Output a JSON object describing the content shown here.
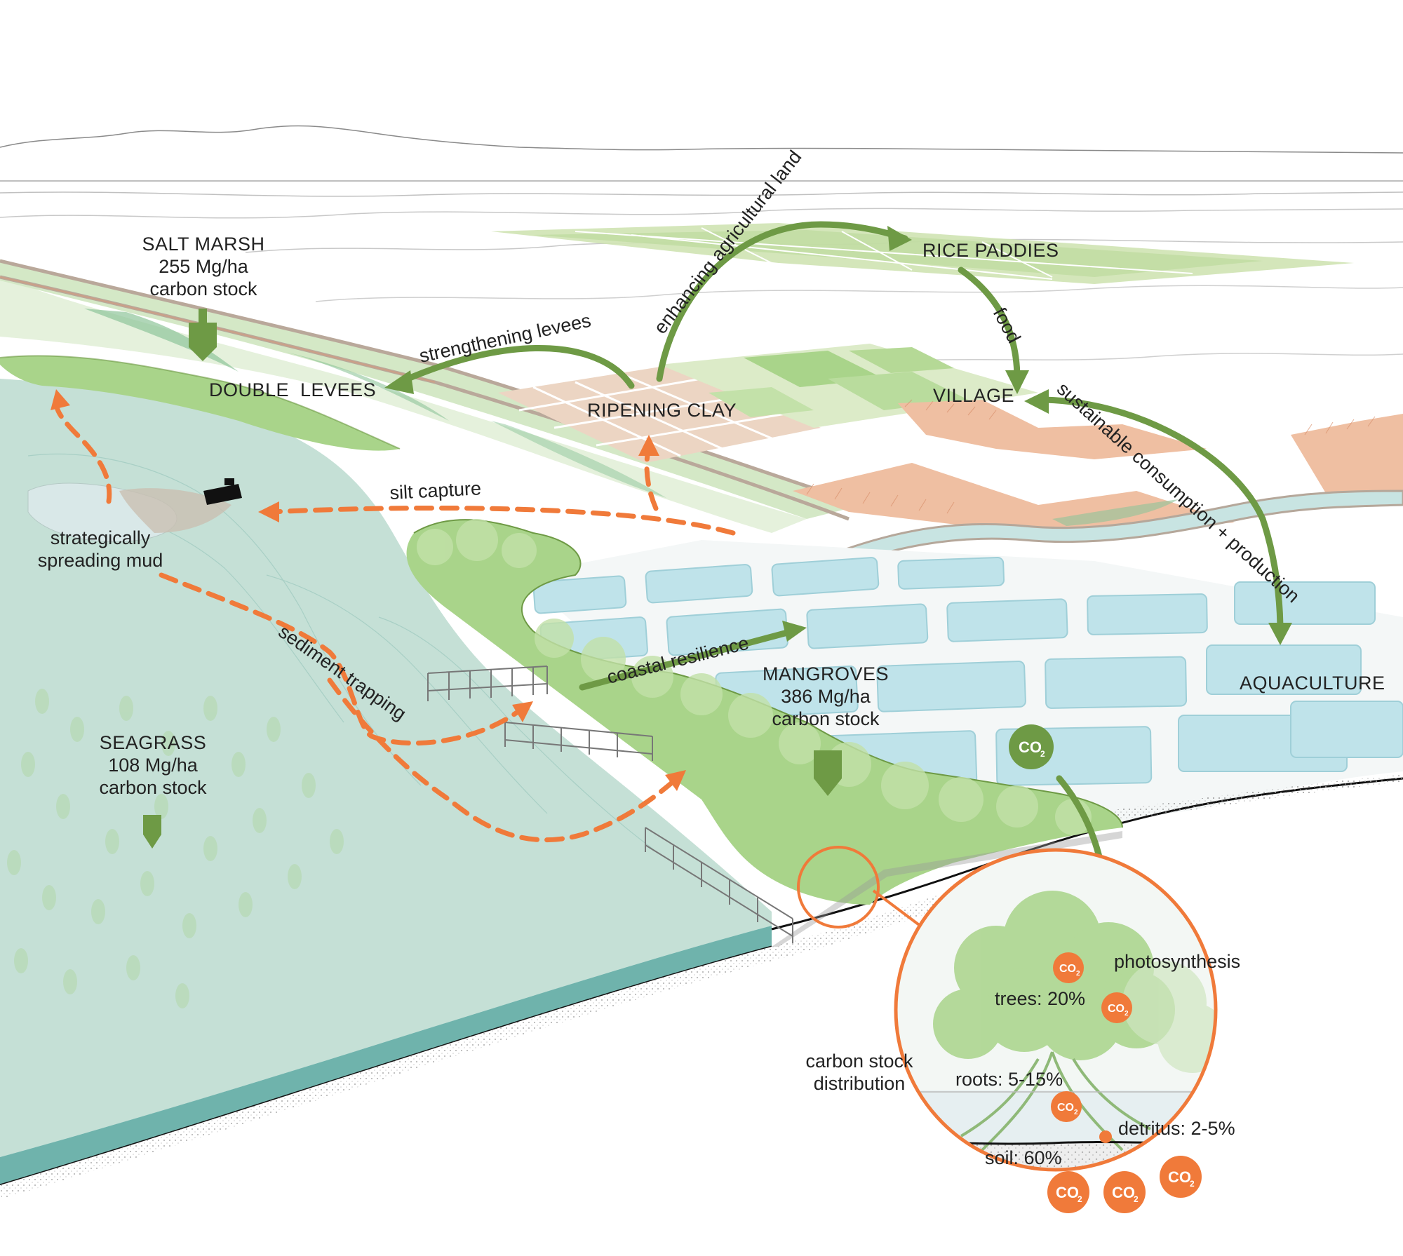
{
  "labels": {
    "salt_marsh_title": "SALT MARSH",
    "salt_marsh_value": "255 Mg/ha",
    "salt_marsh_sub": "carbon stock",
    "double_levees": "DOUBLE  LEVEES",
    "strengthening_levees": "strengthening levees",
    "enhancing_land": "enhancing agricultural land",
    "rice_paddies": "RICE PADDIES",
    "food": "food",
    "village": "VILLAGE",
    "sustainable": "sustainable consumption + production",
    "ripening_clay": "RIPENING CLAY",
    "silt_capture": "silt capture",
    "spreading_mud_1": "strategically",
    "spreading_mud_2": "spreading mud",
    "sediment_trapping": "sediment trapping",
    "coastal_resilience": "coastal resilience",
    "mangroves_title": "MANGROVES",
    "mangroves_value": "386 Mg/ha",
    "mangroves_sub": "carbon stock",
    "aquaculture": "AQUACULTURE",
    "seagrass_title": "SEAGRASS",
    "seagrass_value": "108 Mg/ha",
    "seagrass_sub": "carbon stock",
    "co2_main": "CO",
    "co2_sub": "2",
    "photosynthesis": "photosynthesis",
    "trees": "trees: 20%",
    "carbon_dist_1": "carbon stock",
    "carbon_dist_2": "distribution",
    "roots": "roots: 5-15%",
    "detritus": "detritus: 2-5%",
    "soil": "soil: 60%"
  },
  "colors": {
    "green_arrow": "#6e9a45",
    "orange_arrow": "#f07a3a",
    "sea": "#c5e0d6",
    "sea_edge": "#6fb3ac",
    "marsh": "#d4e8c6",
    "mangrove": "#a9d48a",
    "aquaculture_pond": "#bfe3ea",
    "clay": "#ecd5c3",
    "village": "#efbfa2",
    "paddy": "#cfe3b2"
  }
}
